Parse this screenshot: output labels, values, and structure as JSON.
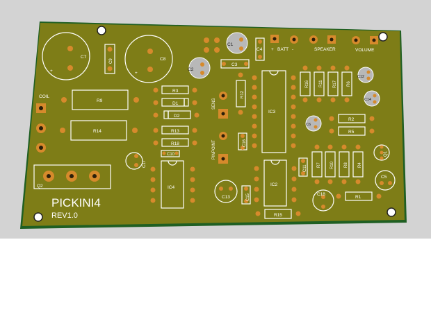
{
  "colors": {
    "background_gray": "#d3d3d3",
    "background_white": "#ffffff",
    "board": "#7e7d17",
    "board_edge": "#1f5f22",
    "pad": "#d68a2c",
    "pad_hole": "#2a1e0a",
    "silkscreen": "#ffffff",
    "cap_body": "#b8b8b8"
  },
  "board": {
    "title": "PICKINI4",
    "revision": "REV1.0"
  },
  "labels": {
    "coil": "COIL",
    "batt": "BATT",
    "speaker": "SPEAKER",
    "volume": "VOLUME",
    "sens": "SENS",
    "pinpoint": "PINPOINT",
    "batt_plus": "+",
    "batt_minus": "-"
  },
  "components": {
    "C7": "C7",
    "C8": "C8",
    "C9": "C9",
    "C1": "C1",
    "C2": "C2",
    "C3": "C3",
    "C4": "C4",
    "C5": "C5",
    "C6": "C6",
    "C10": "C10",
    "C11": "C11",
    "C12": "C12",
    "C13": "C13",
    "C14": "C14",
    "C15": "C15",
    "C16": "C16",
    "C17": "C17",
    "C18": "C18",
    "R1": "R1",
    "R2": "R2",
    "R3": "R3",
    "R4": "R4",
    "R5": "R5",
    "R6": "R6",
    "R7": "R7",
    "R8": "R8",
    "R9": "R9",
    "R10": "R10",
    "R11": "R11",
    "R12": "R12",
    "R13": "R13",
    "R14": "R14",
    "R15": "R15",
    "R16": "R16",
    "R17": "R17",
    "R18": "R18",
    "D1": "D1",
    "D2": "D2",
    "Q1": "Q1",
    "Q2": "Q2",
    "IC2": "IC2",
    "IC3": "IC3",
    "IC4": "IC4"
  }
}
